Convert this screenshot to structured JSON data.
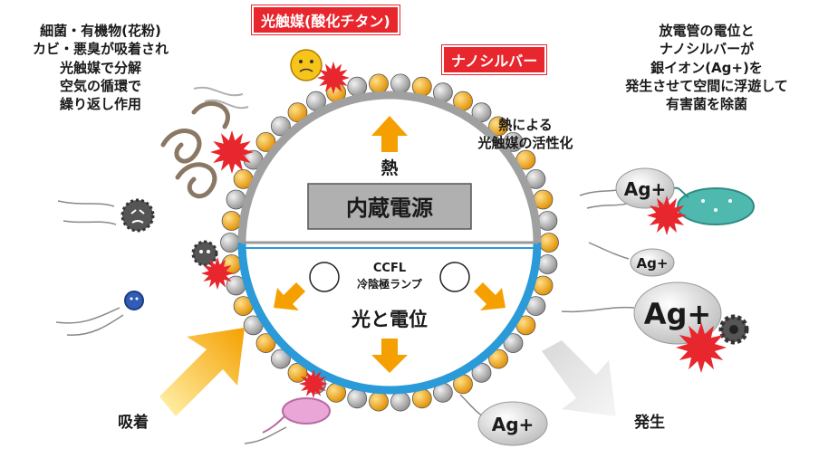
{
  "labels": {
    "left_lines": [
      "細菌・有機物(花粉)",
      "カビ・悪臭が吸着され",
      "光触媒で分解",
      "空気の循環で",
      "繰り返し作用"
    ],
    "right_lines": [
      "放電管の電位と",
      "ナノシルバーが",
      "銀イオン(Ag+)を",
      "発生させて空間に浮遊して",
      "有害菌を除菌"
    ],
    "photocatalyst": "光触媒(酸化チタン)",
    "nanosilver": "ナノシルバー",
    "heat_activation_lines": [
      "熱による",
      "光触媒の活性化"
    ],
    "heat": "熱",
    "power_supply": "内蔵電源",
    "ccfl": "CCFL",
    "ccfl_sub": "冷陰極ランプ",
    "light_potential": "光と電位",
    "adsorption": "吸着",
    "generation": "発生",
    "ag_ion_1": "Ag+",
    "ag_ion_2": "Ag+",
    "ag_ion_3": "Ag+",
    "ag_ion_4": "Ag+"
  },
  "colors": {
    "red_label": "#e8262d",
    "orange_arrow": "#f5a000",
    "tube_blue": "#2a9ad8",
    "tube_gray": "#9c9c9c",
    "ball_orange": "#f2a516",
    "ball_gray": "#b8b8b8",
    "power_box": "#b0b0b0"
  }
}
